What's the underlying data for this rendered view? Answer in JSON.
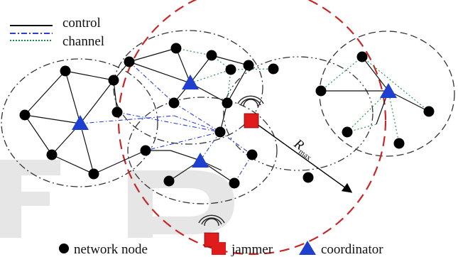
{
  "legend_lines": [
    {
      "label": "control",
      "color": "#111111",
      "style": "solid"
    },
    {
      "label": "channel",
      "color": "#2b3fd6",
      "style": "dashdot",
      "second_color": "#1a8f3a"
    }
  ],
  "legend_symbols": [
    {
      "label": "network node",
      "shape": "circle-icon",
      "color": "#000000"
    },
    {
      "label": "jammer",
      "shape": "square-icon",
      "color": "#e01b1b"
    },
    {
      "label": "coordinator",
      "shape": "triangle-icon",
      "color": "#1f3fcf"
    }
  ],
  "rmax": {
    "main": "R",
    "sub": "max"
  },
  "colors": {
    "node": "#000000",
    "jammer": "#e01b1b",
    "coordinator": "#1f3fcf",
    "jam_range": "#c62828",
    "cluster_range": "#333333",
    "control_link": "#111111",
    "channel_link_blue": "#2b3fd6",
    "channel_link_green": "#1a8f3a",
    "watermark": "#e6e6e6"
  }
}
